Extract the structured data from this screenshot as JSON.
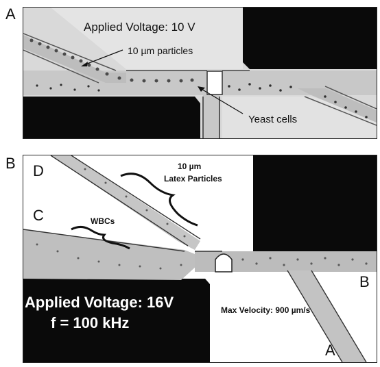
{
  "panel_a": {
    "letter": "A",
    "voltage": "Applied Voltage: 10 V",
    "particles_label": "10 µm particles",
    "cells_label": "Yeast cells"
  },
  "panel_b": {
    "letter": "B",
    "port_d": "D",
    "port_c": "C",
    "port_b": "B",
    "port_a": "A",
    "latex_label_1": "10 µm",
    "latex_label_2": "Latex Particles",
    "wbc_label": "WBCs",
    "voltage": "Applied Voltage: 16V",
    "frequency": "f = 100 kHz",
    "velocity": "Max Velocity: 900 µm/s"
  },
  "colors": {
    "electrode": "#0a0a0a",
    "channel": "#c9c9c9",
    "background_a": "#d8d8d8",
    "background_b": "#ffffff"
  }
}
